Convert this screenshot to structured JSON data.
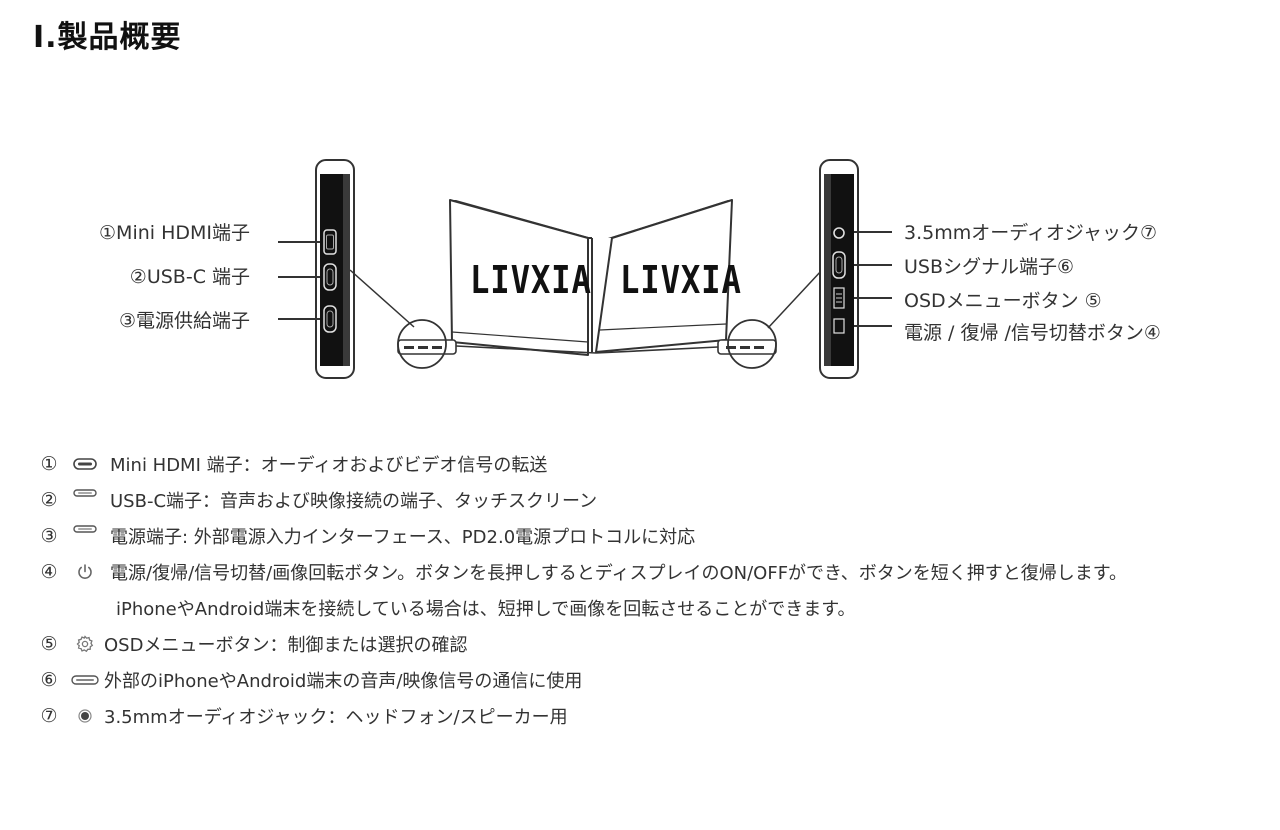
{
  "section": {
    "title": "I.製品概要"
  },
  "brand": {
    "logo_text": "LIVXIA"
  },
  "left_callouts": [
    {
      "label": "①Mini HDMI端子"
    },
    {
      "label": "②USB-C 端子"
    },
    {
      "label": "③電源供給端子"
    }
  ],
  "right_callouts": [
    {
      "label": "3.5mmオーディオジャック⑦"
    },
    {
      "label": "USBシグナル端子⑥"
    },
    {
      "label": "OSDメニューボタン ⑤"
    },
    {
      "label": "電源 / 復帰 /信号切替ボタン④"
    }
  ],
  "descriptions": [
    {
      "num": "①",
      "icon": "mini-hdmi-port-icon",
      "text": "Mini HDMI 端子：オーディオおよびビデオ信号の転送"
    },
    {
      "num": "②",
      "icon": "usb-c-port-icon",
      "text": "USB-C端子：音声および映像接続の端子、タッチスクリーン"
    },
    {
      "num": "③",
      "icon": "usb-c-port-icon",
      "text": "電源端子: 外部電源入力インターフェース、PD2.0電源プロトコルに対応"
    },
    {
      "num": "④",
      "icon": "power-icon",
      "text": "電源/復帰/信号切替/画像回転ボタン。ボタンを長押しするとディスプレイのON/OFFができ、ボタンを短く押すと復帰します。",
      "continuation": "iPhoneやAndroid端末を接続している場合は、短押しで画像を回転させることができます。"
    },
    {
      "num": "⑤",
      "icon": "gear-icon",
      "text": "OSDメニューボタン：制御または選択の確認"
    },
    {
      "num": "⑥",
      "icon": "usb-port-icon",
      "text": "外部のiPhoneやAndroid端末の音声/映像信号の通信に使用"
    },
    {
      "num": "⑦",
      "icon": "audio-jack-icon",
      "text": "3.5mmオーディオジャック：ヘッドフォン/スピーカー用"
    }
  ]
}
